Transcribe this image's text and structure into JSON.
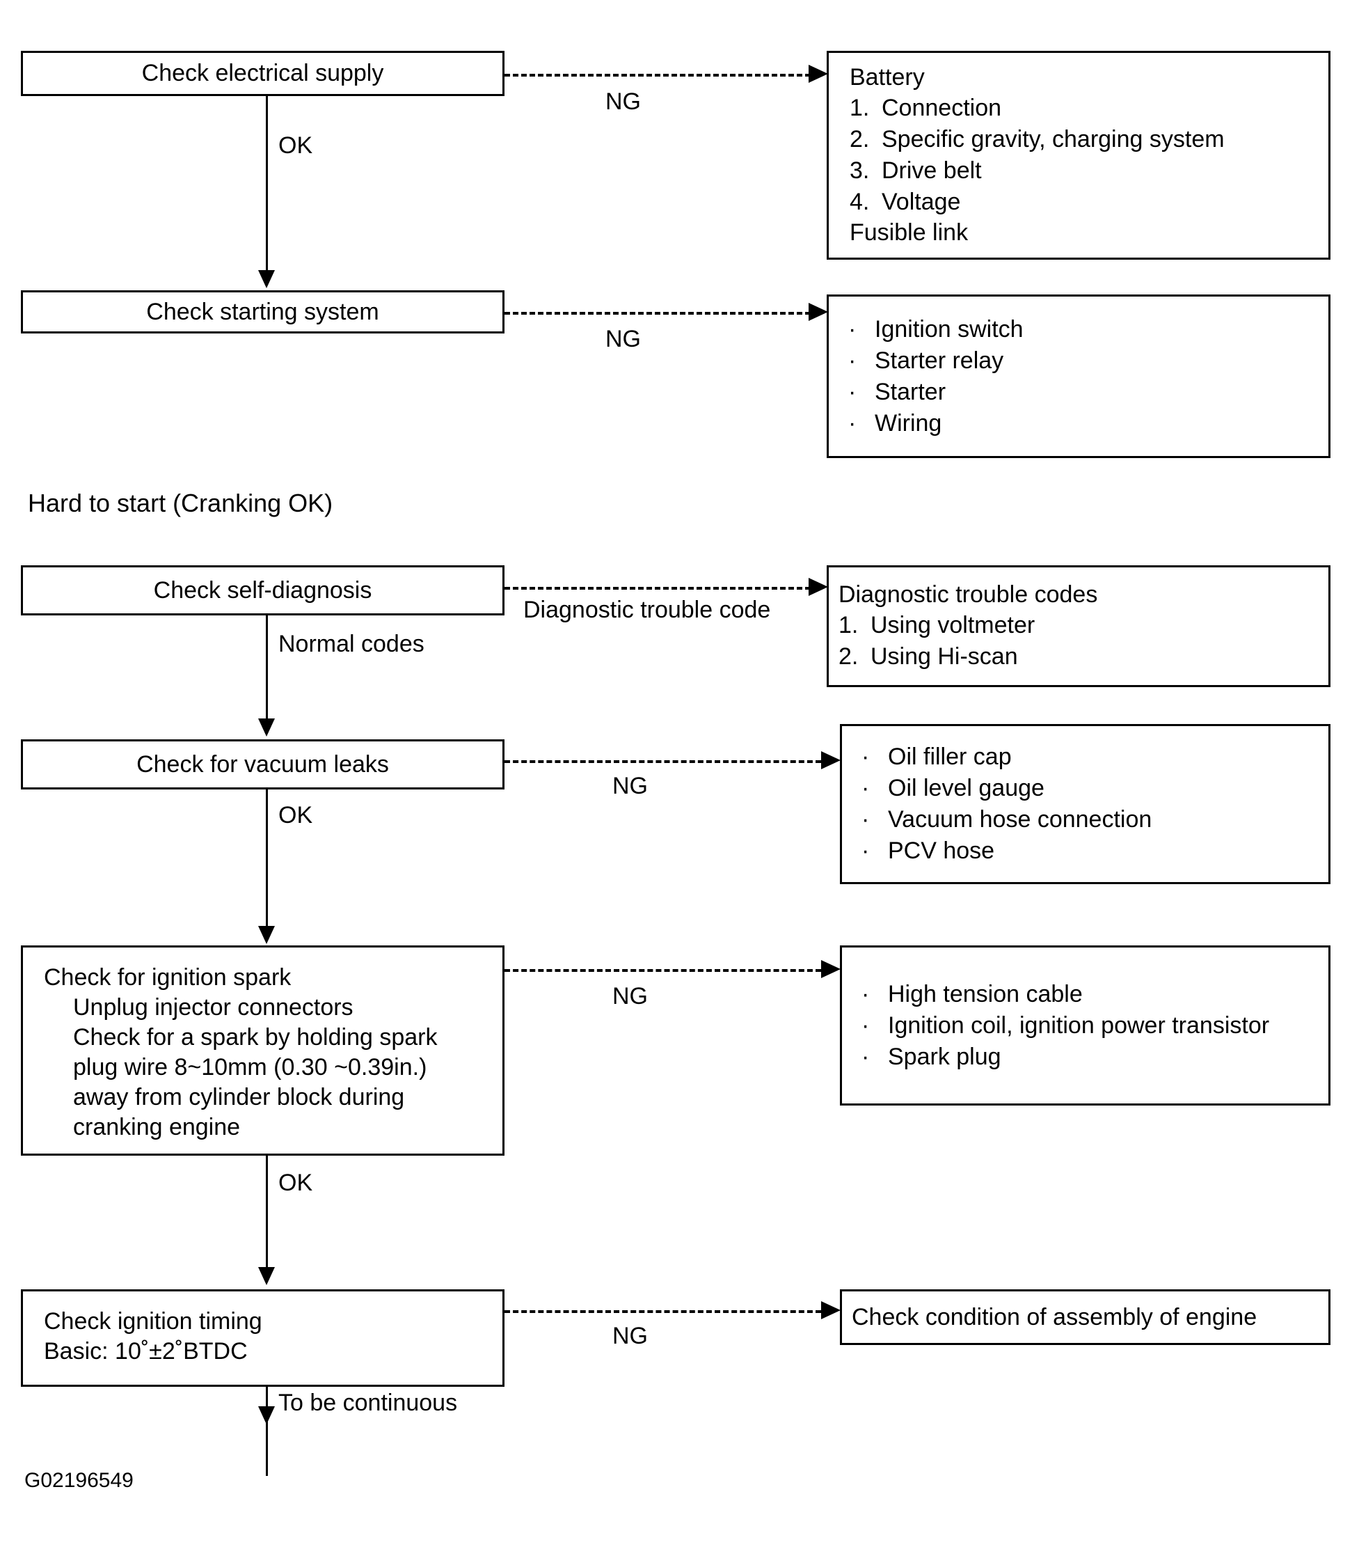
{
  "figure": {
    "id_label": "G02196549"
  },
  "sections": [
    {
      "title": "",
      "steps": [
        {
          "step_label": "Check electrical supply",
          "branch_label_down": "OK",
          "branch_label_right": "NG",
          "result_title": "Battery",
          "result_items": [
            {
              "marker": "1.",
              "text": "Connection"
            },
            {
              "marker": "2.",
              "text": "Specific gravity, charging system"
            },
            {
              "marker": "3.",
              "text": "Drive belt"
            },
            {
              "marker": "4.",
              "text": "Voltage"
            }
          ],
          "result_footer": "Fusible link"
        },
        {
          "step_label": "Check starting system",
          "branch_label_right": "NG",
          "result_bullets": [
            "Ignition switch",
            "Starter relay",
            "Starter",
            "Wiring"
          ]
        }
      ]
    },
    {
      "title": "Hard to start (Cranking OK)",
      "steps": [
        {
          "step_label": "Check self-diagnosis",
          "branch_label_down": "Normal codes",
          "branch_label_right": "Diagnostic trouble code",
          "result_title": "Diagnostic trouble codes",
          "result_items": [
            {
              "marker": "1.",
              "text": "Using voltmeter"
            },
            {
              "marker": "2.",
              "text": "Using Hi-scan"
            }
          ]
        },
        {
          "step_label": "Check for vacuum leaks",
          "branch_label_down": "OK",
          "branch_label_right": "NG",
          "result_bullets": [
            "Oil filler cap",
            "Oil level gauge",
            "Vacuum hose connection",
            "PCV hose"
          ]
        },
        {
          "step_lines": [
            "Check for ignition spark",
            "Unplug injector connectors",
            "Check for a spark by holding spark",
            "plug wire 8~10mm (0.30 ~0.39in.)",
            "away from cylinder block during",
            "cranking engine"
          ],
          "branch_label_down": "OK",
          "branch_label_right": "NG",
          "result_bullets": [
            "High tension cable",
            "Ignition coil, ignition power transistor",
            "Spark plug"
          ]
        },
        {
          "step_lines": [
            "Check ignition timing",
            "Basic: 10˚±2˚BTDC"
          ],
          "branch_label_down": "To be continuous",
          "branch_label_right": "NG",
          "result_label": "Check condition of assembly of engine"
        }
      ]
    }
  ]
}
